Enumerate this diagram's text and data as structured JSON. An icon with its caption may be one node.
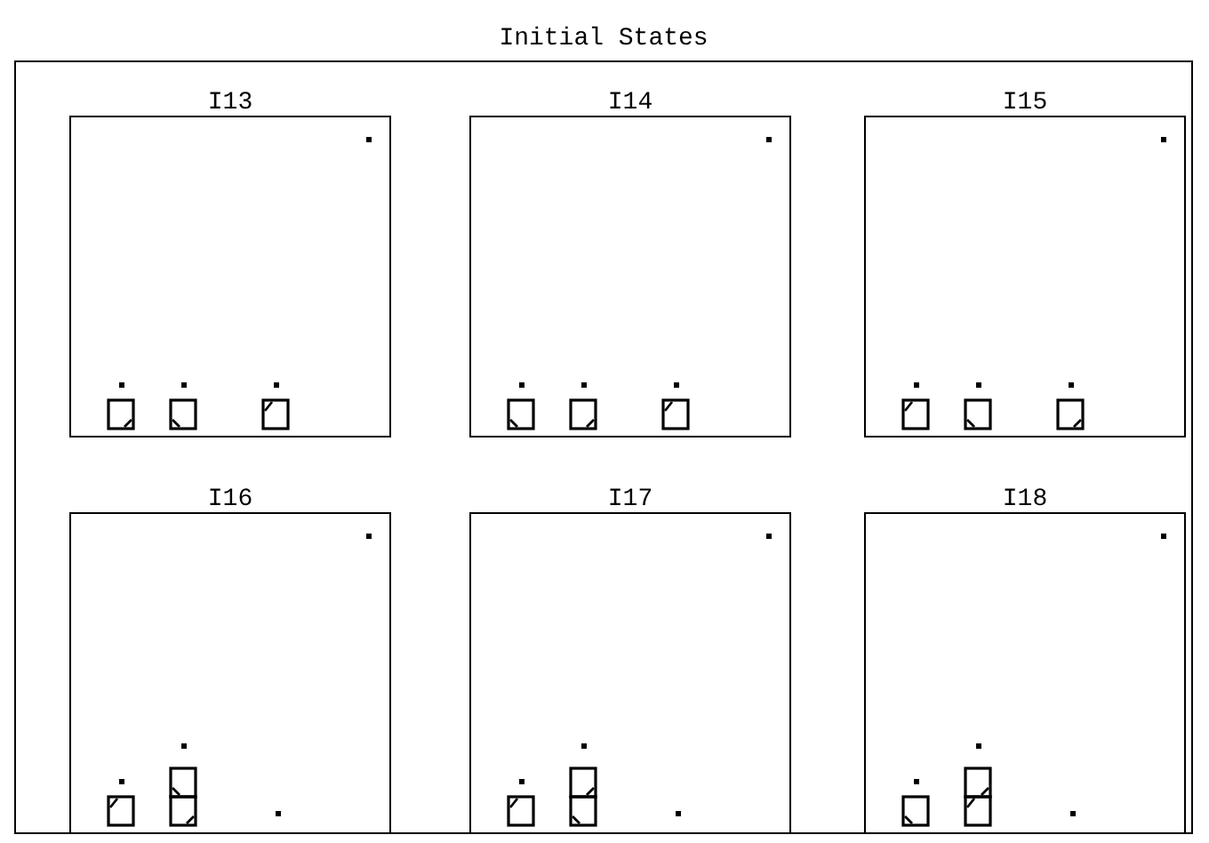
{
  "diagram": {
    "nodes": [
      {
        "text": [
          "Initial States"
        ]
      },
      {
        "text": [
          "I13"
        ],
        "in": 0
      },
      {
        "text": [
          "I14"
        ],
        "in": 0
      },
      {
        "text": [
          "I15"
        ],
        "in": 0
      },
      {
        "text": [
          "I16"
        ],
        "in": 0
      },
      {
        "text": [
          "I17"
        ],
        "in": 0
      },
      {
        "text": [
          "I18"
        ],
        "in": 0
      }
    ]
  }
}
